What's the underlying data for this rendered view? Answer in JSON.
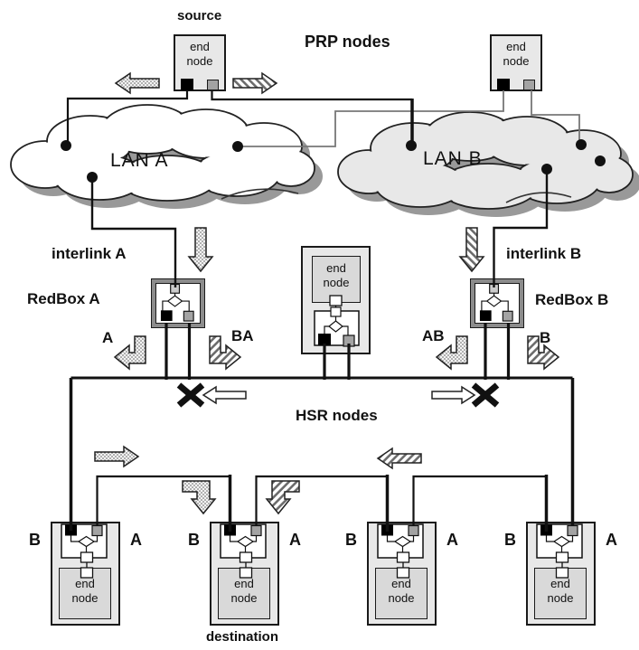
{
  "labels": {
    "source": "source",
    "prp_nodes": "PRP nodes",
    "lan_a": "LAN A",
    "lan_b": "LAN B",
    "interlink_a": "interlink A",
    "interlink_b": "interlink B",
    "redbox_a": "RedBox A",
    "redbox_b": "RedBox B",
    "hsr_nodes": "HSR nodes",
    "destination": "destination"
  },
  "arrow_labels": {
    "a": "A",
    "ba": "BA",
    "ab": "AB",
    "b": "B"
  },
  "end_node": {
    "line1": "end",
    "line2": "node"
  },
  "hsr_row": [
    {
      "left": "B",
      "right": "A"
    },
    {
      "left": "B",
      "right": "A"
    },
    {
      "left": "B",
      "right": "A"
    },
    {
      "left": "B",
      "right": "A"
    }
  ],
  "colors": {
    "line": "#111111",
    "gray_line": "#777777",
    "node_fill": "#e8e8e8",
    "end_node_fill": "#d9d9d9",
    "redbox_band": "#8c8c8c",
    "cloud_a_fill": "#ffffff",
    "cloud_b_fill": "#e8e8e8",
    "cloud_shadow": "#999999",
    "port_black": "#000000",
    "port_gray": "#a3a3a3",
    "port_light": "#cccccc"
  }
}
